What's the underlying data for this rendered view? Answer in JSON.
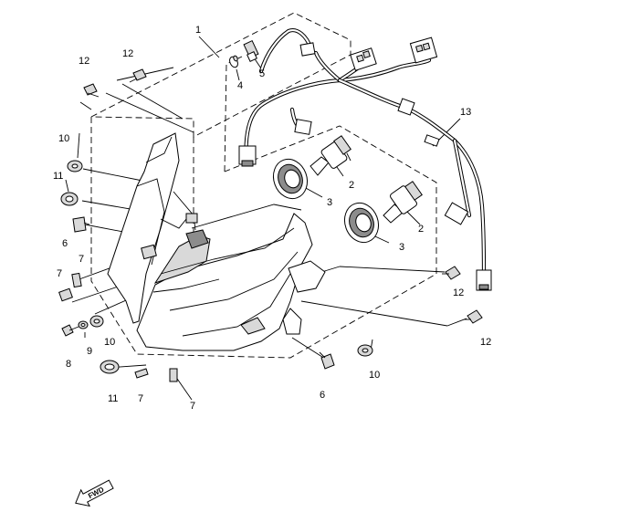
{
  "callouts": {
    "c1": "1",
    "c2a": "2",
    "c2b": "2",
    "c3a": "3",
    "c3b": "3",
    "c4": "4",
    "c5": "5",
    "c6a": "6",
    "c6b": "6",
    "c7a": "7",
    "c7b": "7",
    "c7c": "7",
    "c7d": "7",
    "c8": "8",
    "c9": "9",
    "c10a": "10",
    "c10b": "10",
    "c10c": "10",
    "c11a": "11",
    "c11b": "11",
    "c12a": "12",
    "c12b": "12",
    "c12c": "12",
    "c12d": "12",
    "c13": "13"
  },
  "direction_badge": {
    "label": "FWD",
    "icon": "forward-arrow-icon"
  }
}
